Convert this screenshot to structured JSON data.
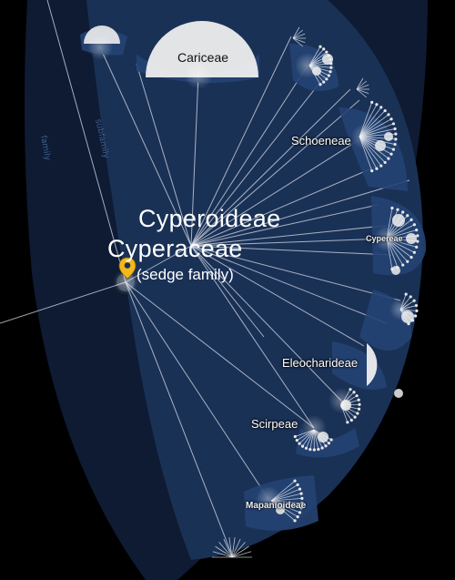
{
  "ranks": {
    "family": "family",
    "subfamily": "subfamily"
  },
  "focus": {
    "subfamily_name": "Cyperoideae",
    "family_name": "Cyperaceae",
    "common_name": "(sedge family)"
  },
  "tribes": [
    {
      "id": "cariceae",
      "label": "Cariceae"
    },
    {
      "id": "schoeneae",
      "label": "Schoeneae"
    },
    {
      "id": "cypereae",
      "label": "Cypereae"
    },
    {
      "id": "eleocharideae",
      "label": "Eleocharideae"
    },
    {
      "id": "scirpeae",
      "label": "Scirpeae"
    },
    {
      "id": "mapanioideae",
      "label": "Mapanioideae"
    }
  ],
  "colors": {
    "background": "#000000",
    "family_region": "#0e1b33",
    "subfamily_region": "#1a3156",
    "tribe_region": "#254473",
    "branch_line": "#d9dee8",
    "node_disc": "#eeeeee",
    "pin": "#f2b81c"
  },
  "icons": {
    "location": "map-pin-icon"
  }
}
